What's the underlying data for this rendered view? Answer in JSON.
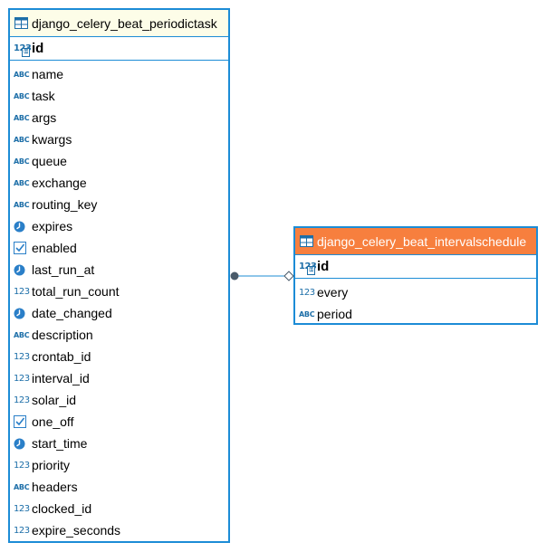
{
  "tables": [
    {
      "name": "django_celery_beat_periodictask",
      "pk": {
        "name": "id",
        "icon": "numeric-key-icon"
      },
      "columns": [
        {
          "name": "name",
          "icon": "text-icon"
        },
        {
          "name": "task",
          "icon": "text-icon"
        },
        {
          "name": "args",
          "icon": "text-icon"
        },
        {
          "name": "kwargs",
          "icon": "text-icon"
        },
        {
          "name": "queue",
          "icon": "text-icon"
        },
        {
          "name": "exchange",
          "icon": "text-icon"
        },
        {
          "name": "routing_key",
          "icon": "text-icon"
        },
        {
          "name": "expires",
          "icon": "clock-icon"
        },
        {
          "name": "enabled",
          "icon": "checkbox-icon"
        },
        {
          "name": "last_run_at",
          "icon": "clock-icon"
        },
        {
          "name": "total_run_count",
          "icon": "numeric-icon"
        },
        {
          "name": "date_changed",
          "icon": "clock-icon"
        },
        {
          "name": "description",
          "icon": "text-icon"
        },
        {
          "name": "crontab_id",
          "icon": "numeric-icon"
        },
        {
          "name": "interval_id",
          "icon": "numeric-icon"
        },
        {
          "name": "solar_id",
          "icon": "numeric-icon"
        },
        {
          "name": "one_off",
          "icon": "checkbox-icon"
        },
        {
          "name": "start_time",
          "icon": "clock-icon"
        },
        {
          "name": "priority",
          "icon": "numeric-icon"
        },
        {
          "name": "headers",
          "icon": "text-icon"
        },
        {
          "name": "clocked_id",
          "icon": "numeric-icon"
        },
        {
          "name": "expire_seconds",
          "icon": "numeric-icon"
        }
      ]
    },
    {
      "name": "django_celery_beat_intervalschedule",
      "pk": {
        "name": "id",
        "icon": "numeric-key-icon"
      },
      "columns": [
        {
          "name": "every",
          "icon": "numeric-icon"
        },
        {
          "name": "period",
          "icon": "text-icon"
        }
      ]
    }
  ],
  "icon_text": {
    "text": "ABC",
    "numeric": "123",
    "key": "⚿"
  },
  "colors": {
    "border": "#1c8cd6",
    "header_periodictask": "#fdfde8",
    "header_intervalschedule": "#f77f3e",
    "icon": "#1c6ea8",
    "connector": "#1c8cd6"
  }
}
